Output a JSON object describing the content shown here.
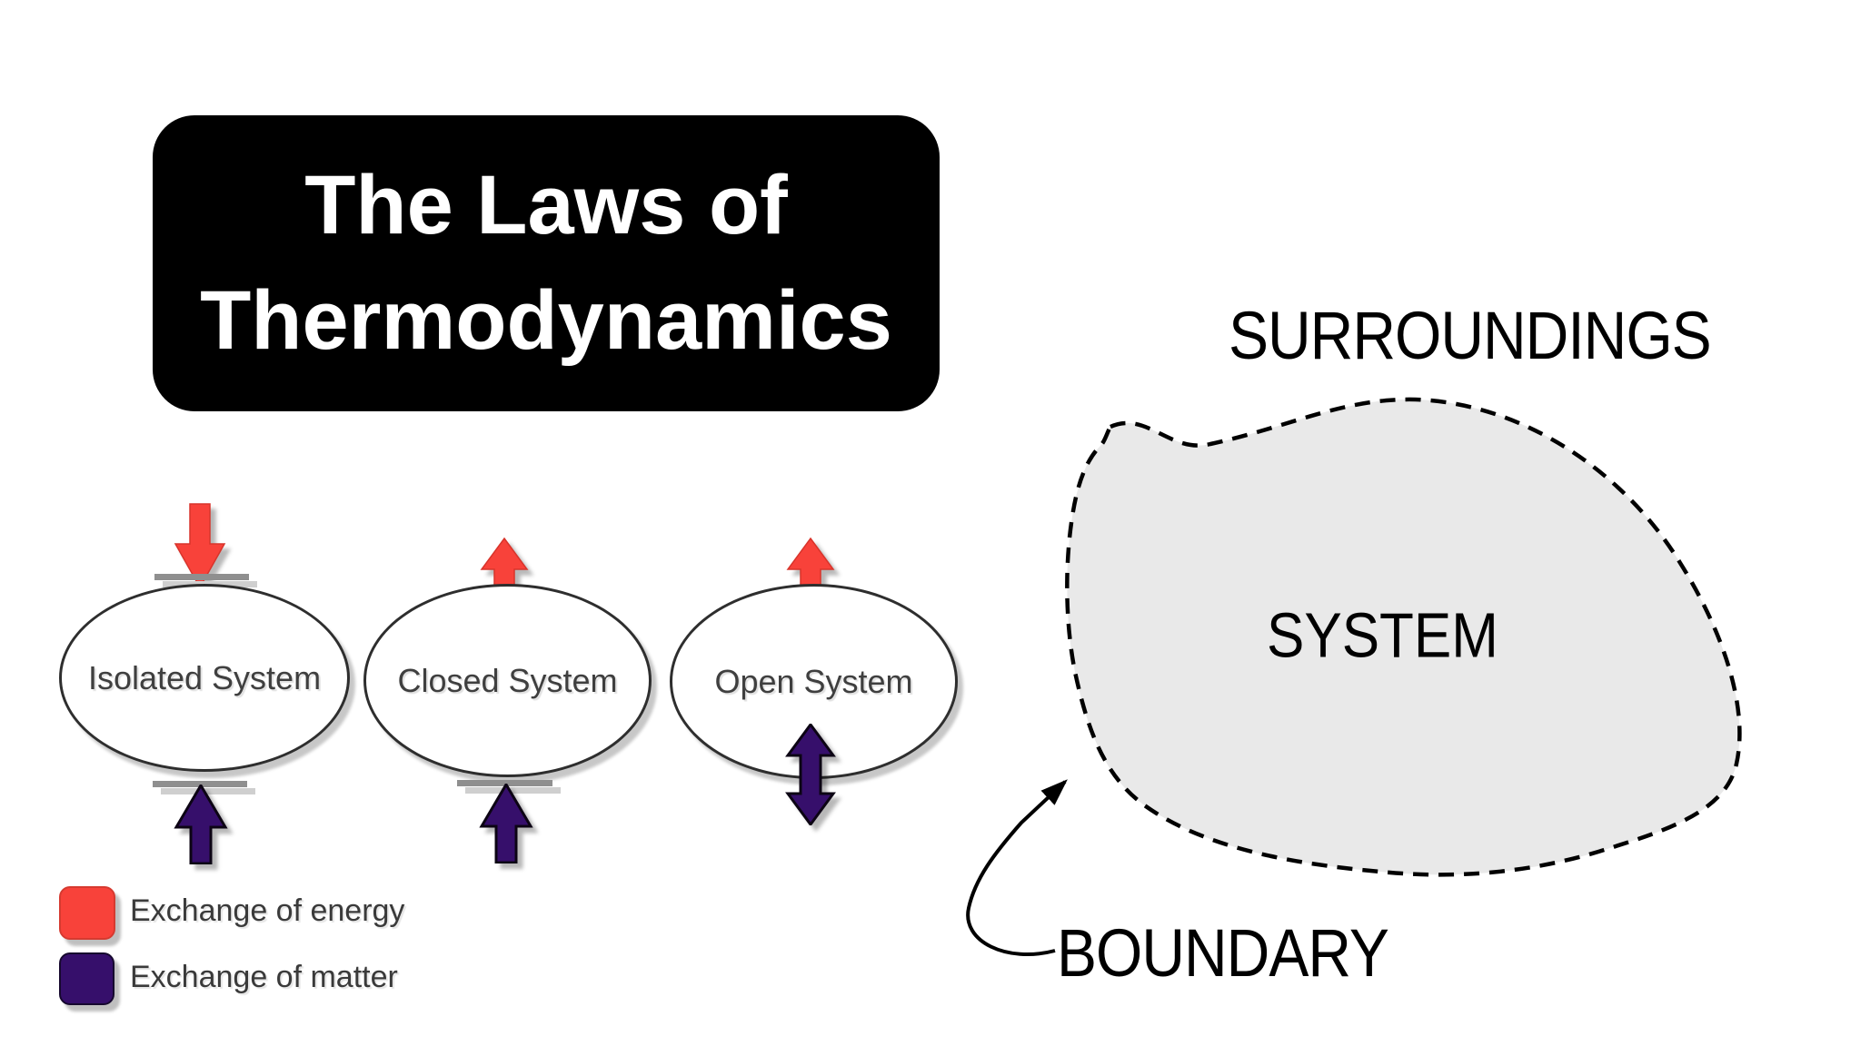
{
  "title": {
    "line1": "The Laws of",
    "line2": "Thermodynamics"
  },
  "systems": [
    {
      "label": "Isolated System",
      "energy_exchange": "blocked",
      "matter_exchange": "blocked"
    },
    {
      "label": "Closed System",
      "energy_exchange": "allowed",
      "matter_exchange": "blocked"
    },
    {
      "label": "Open System",
      "energy_exchange": "allowed",
      "matter_exchange": "allowed"
    }
  ],
  "legend": [
    {
      "label": "Exchange of energy",
      "color": "#f8423a"
    },
    {
      "label": "Exchange of matter",
      "color": "#360f6b"
    }
  ],
  "right_diagram": {
    "surroundings_label": "SURROUNDINGS",
    "system_label": "SYSTEM",
    "boundary_label": "BOUNDARY"
  },
  "colors": {
    "energy_red": "#f8423a",
    "matter_purple": "#360f6b",
    "barrier_gray": "#8f8f8f",
    "blob_fill": "#e9e9e9",
    "title_bg": "#000000",
    "title_text": "#ffffff"
  }
}
